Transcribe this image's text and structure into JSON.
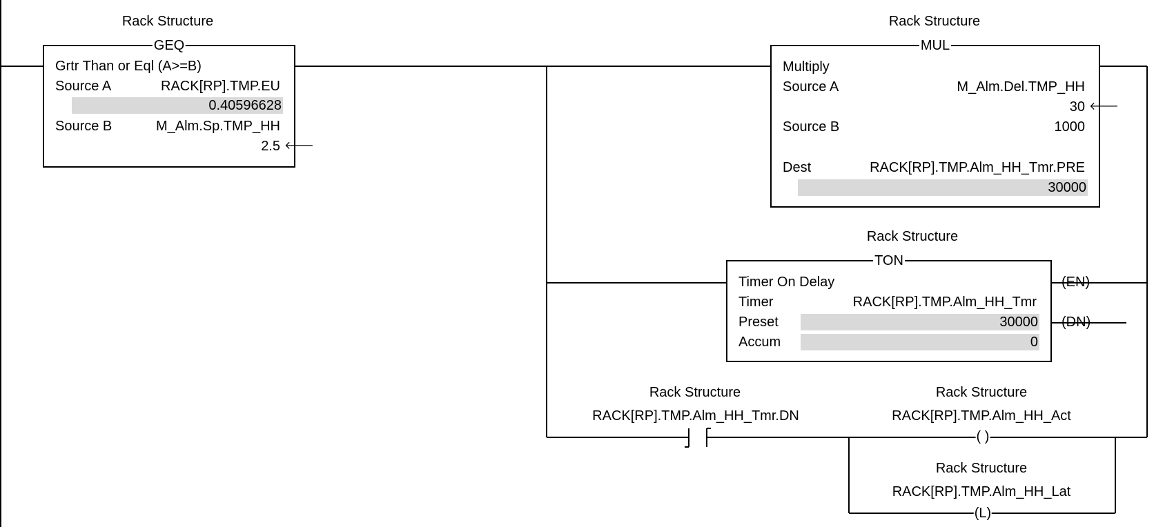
{
  "geq": {
    "caption": "Rack Structure",
    "mnemonic": "GEQ",
    "title": "Grtr Than or Eql (A>=B)",
    "source_a_label": "Source A",
    "source_a_tag": "RACK[RP].TMP.EU",
    "source_a_value": "0.40596628",
    "source_b_label": "Source B",
    "source_b_tag": "M_Alm.Sp.TMP_HH",
    "source_b_value": "2.5"
  },
  "mul": {
    "caption": "Rack Structure",
    "mnemonic": "MUL",
    "title": "Multiply",
    "source_a_label": "Source A",
    "source_a_tag": "M_Alm.Del.TMP_HH",
    "source_a_value": "30",
    "source_b_label": "Source B",
    "source_b_value": "1000",
    "dest_label": "Dest",
    "dest_tag": "RACK[RP].TMP.Alm_HH_Tmr.PRE",
    "dest_value": "30000"
  },
  "ton": {
    "caption": "Rack Structure",
    "mnemonic": "TON",
    "title": "Timer On Delay",
    "timer_label": "Timer",
    "timer_tag": "RACK[RP].TMP.Alm_HH_Tmr",
    "preset_label": "Preset",
    "preset_value": "30000",
    "accum_label": "Accum",
    "accum_value": "0",
    "en_output": "EN",
    "dn_output": "DN"
  },
  "xic": {
    "caption": "Rack Structure",
    "tag": "RACK[RP].TMP.Alm_HH_Tmr.DN"
  },
  "ote": {
    "caption": "Rack Structure",
    "tag": "RACK[RP].TMP.Alm_HH_Act",
    "symbol": "( )"
  },
  "otl": {
    "caption": "Rack Structure",
    "tag": "RACK[RP].TMP.Alm_HH_Lat",
    "symbol": "(L)"
  }
}
